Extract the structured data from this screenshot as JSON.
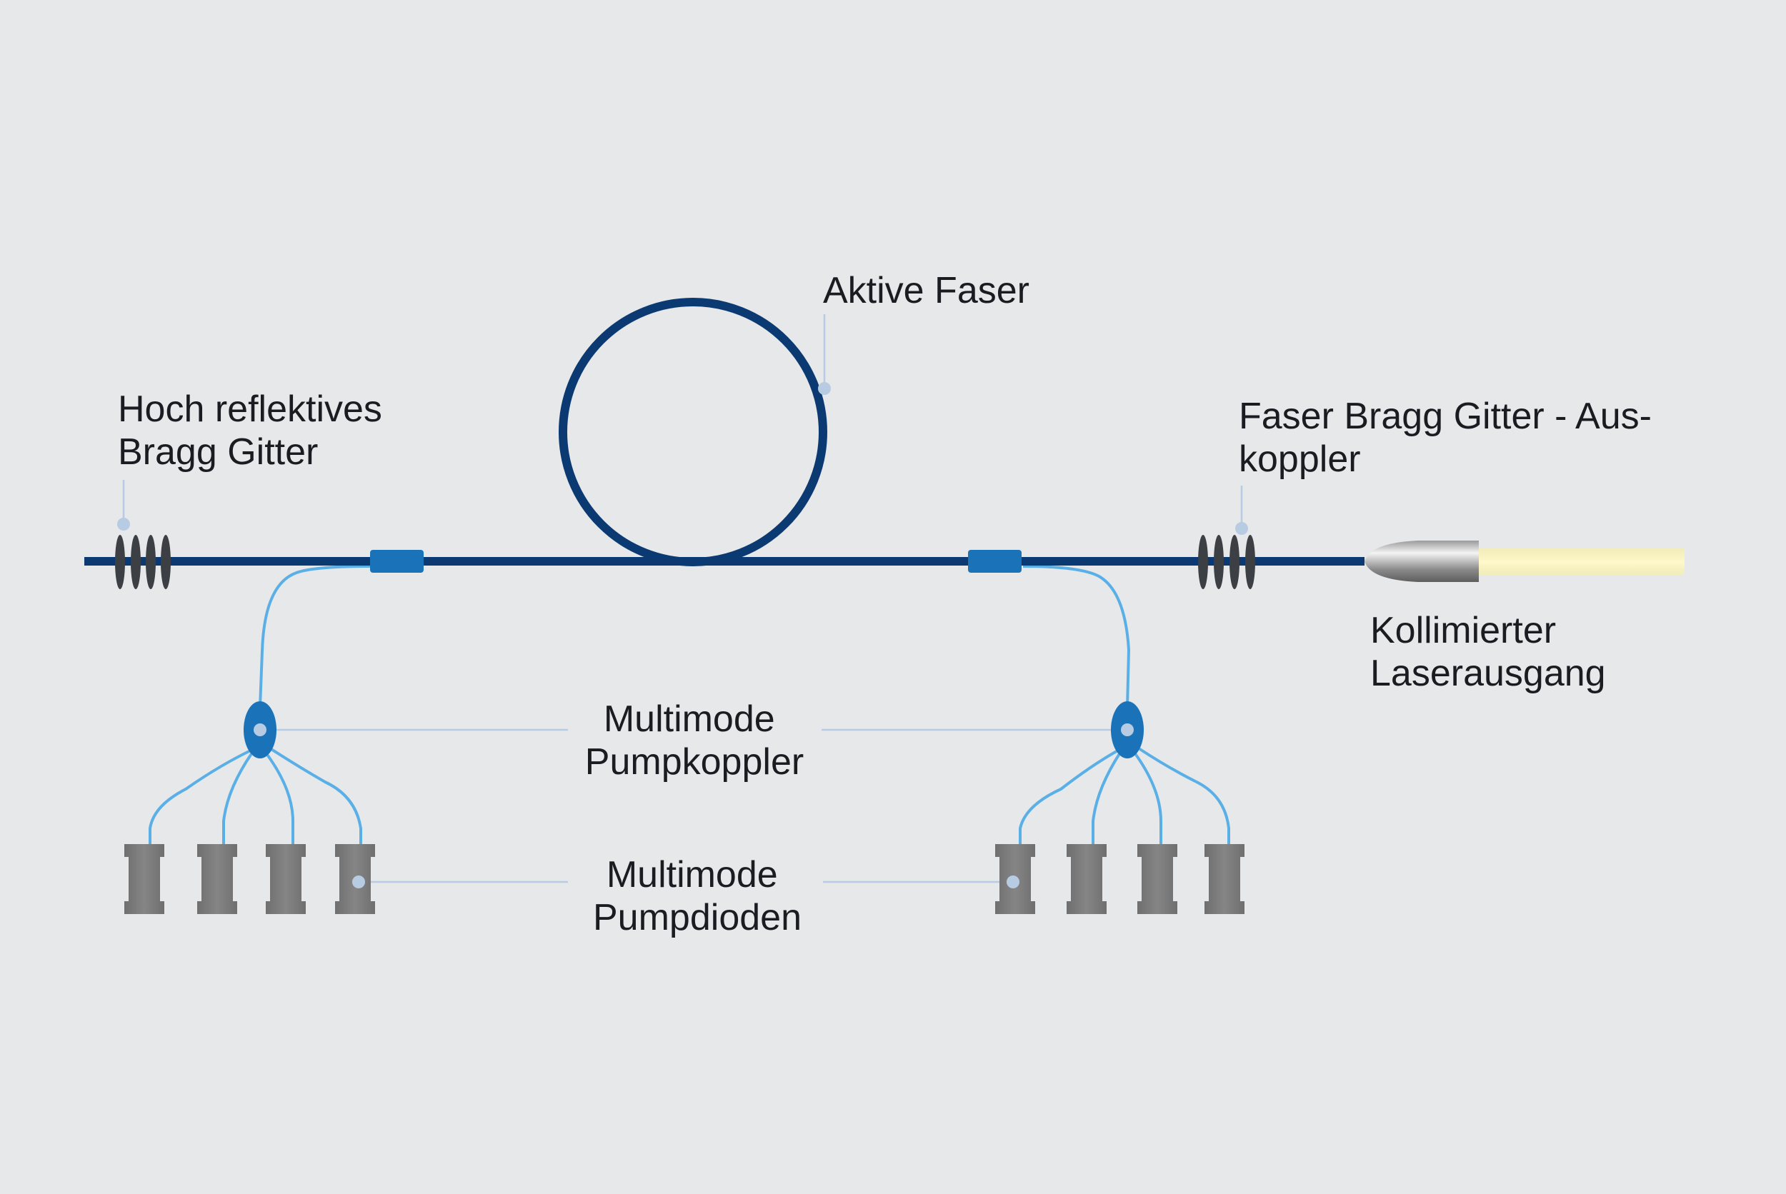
{
  "labels": {
    "hr_bragg": [
      "Hoch reflektives",
      "Bragg Gitter"
    ],
    "active_fiber": "Aktive Faser",
    "oc_bragg": [
      "Faser Bragg Gitter - Aus-",
      "koppler"
    ],
    "collimated": [
      "Kollimierter",
      "Laserausgang"
    ],
    "pump_coupler": [
      "Multimode",
      "Pumpkoppler"
    ],
    "pump_diodes": [
      "Multimode",
      "Pumpdioden"
    ]
  },
  "colors": {
    "background": "#e7e8ea",
    "fiber": "#0b3a73",
    "coupler": "#1a72b8",
    "pump_fiber": "#5ab0e6",
    "grating": "#3c3f44",
    "diode": "#7a7a7a",
    "leader": "#b7cbe2",
    "beam": "#f6ea9a"
  }
}
